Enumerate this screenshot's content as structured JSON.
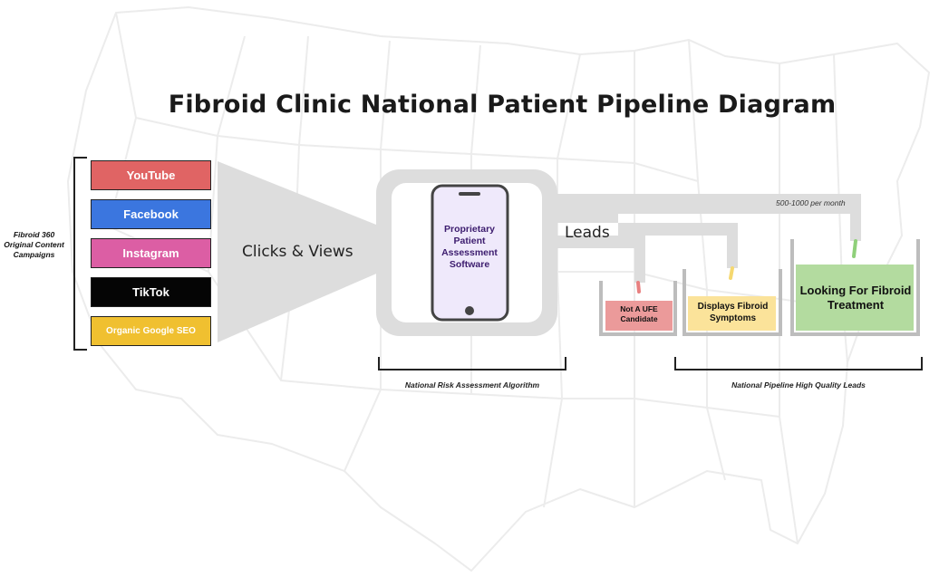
{
  "title": "Fibroid Clinic National Patient Pipeline Diagram",
  "campaigns_label": "Fibroid 360 Original Content Campaigns",
  "channels": [
    {
      "label": "YouTube",
      "color": "#e06464"
    },
    {
      "label": "Facebook",
      "color": "#3b76df"
    },
    {
      "label": "Instagram",
      "color": "#dc5ea4"
    },
    {
      "label": "TikTok",
      "color": "#050505"
    },
    {
      "label": "Organic Google SEO",
      "color": "#f0c030"
    }
  ],
  "funnel_label": "Clicks & Views",
  "software_label": "Proprietary Patient Assessment Software",
  "leads_label": "Leads",
  "rate_note": "500-1000 per month",
  "outcomes": [
    {
      "label": "Not A UFE Candidate",
      "fill": "#eb9a9a",
      "drip": "#e88080"
    },
    {
      "label": "Displays Fibroid Symptoms",
      "fill": "#fbe39a",
      "drip": "#f5d870"
    },
    {
      "label": "Looking For Fibroid Treatment",
      "fill": "#b3db9f",
      "drip": "#8fd07a"
    }
  ],
  "brackets": {
    "algorithm": "National Risk Assessment Algorithm",
    "high_quality": "National Pipeline High Quality Leads"
  },
  "colors": {
    "pipe_gray": "#dddddd",
    "bucket_gray": "#bdbdbd",
    "phone_screen": "#efe9fb",
    "map_line": "#ececec"
  }
}
